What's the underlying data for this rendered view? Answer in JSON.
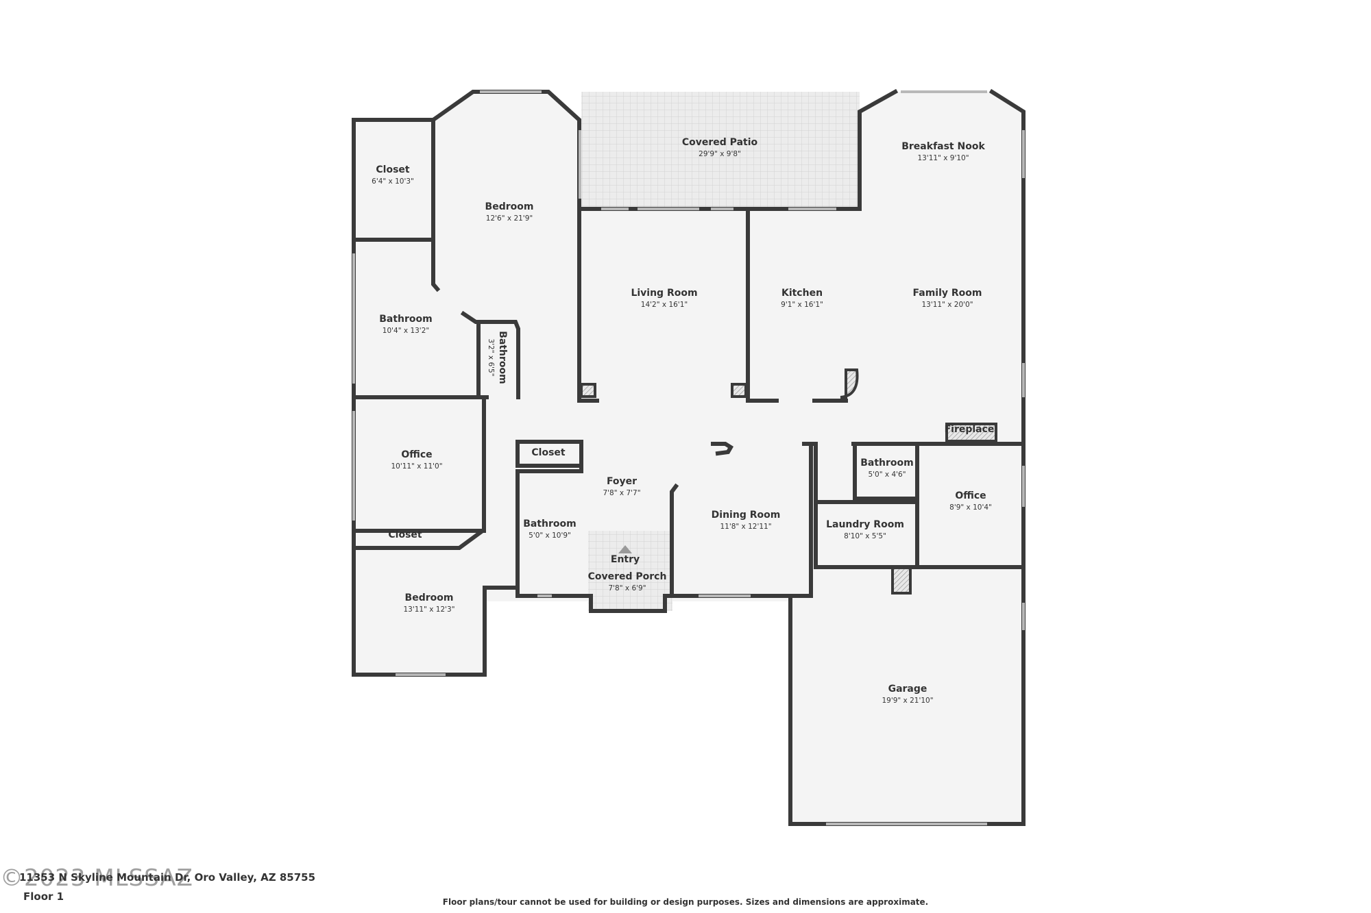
{
  "rooms": [
    {
      "id": "covered-patio",
      "name": "Covered Patio",
      "dim": "29'9\" x 9'8\""
    },
    {
      "id": "breakfast-nook",
      "name": "Breakfast Nook",
      "dim": "13'11\" x 9'10\""
    },
    {
      "id": "closet-nw",
      "name": "Closet",
      "dim": "6'4\" x 10'3\""
    },
    {
      "id": "bedroom-nw",
      "name": "Bedroom",
      "dim": "12'6\" x 21'9\""
    },
    {
      "id": "living-room",
      "name": "Living Room",
      "dim": "14'2\" x 16'1\""
    },
    {
      "id": "kitchen",
      "name": "Kitchen",
      "dim": "9'1\" x 16'1\""
    },
    {
      "id": "family-room",
      "name": "Family Room",
      "dim": "13'11\" x 20'0\""
    },
    {
      "id": "bathroom-w",
      "name": "Bathroom",
      "dim": "10'4\" x 13'2\""
    },
    {
      "id": "bathroom-small",
      "name": "Bathroom",
      "dim": "3'2\" x 6'5\""
    },
    {
      "id": "office-w",
      "name": "Office",
      "dim": "10'11\" x 11'0\""
    },
    {
      "id": "closet-c",
      "name": "Closet",
      "dim": ""
    },
    {
      "id": "foyer",
      "name": "Foyer",
      "dim": "7'8\" x 7'7\""
    },
    {
      "id": "bathroom-c",
      "name": "Bathroom",
      "dim": "5'0\" x 10'9\""
    },
    {
      "id": "entry",
      "name": "Entry",
      "dim": ""
    },
    {
      "id": "covered-porch",
      "name": "Covered Porch",
      "dim": "7'8\" x 6'9\""
    },
    {
      "id": "closet-sw",
      "name": "Closet",
      "dim": ""
    },
    {
      "id": "bedroom-sw",
      "name": "Bedroom",
      "dim": "13'11\" x 12'3\""
    },
    {
      "id": "dining-room",
      "name": "Dining Room",
      "dim": "11'8\" x 12'11\""
    },
    {
      "id": "bathroom-e",
      "name": "Bathroom",
      "dim": "5'0\" x 4'6\""
    },
    {
      "id": "laundry-room",
      "name": "Laundry Room",
      "dim": "8'10\" x 5'5\""
    },
    {
      "id": "office-e",
      "name": "Office",
      "dim": "8'9\" x 10'4\""
    },
    {
      "id": "fireplace",
      "name": "Fireplace",
      "dim": ""
    },
    {
      "id": "garage",
      "name": "Garage",
      "dim": "19'9\" x 21'10\""
    }
  ],
  "footer": {
    "address": "11353 N Skyline Mountain Dr, Oro Valley, AZ 85755",
    "floor": "Floor 1",
    "disclaimer": "Floor plans/tour cannot be used for building or design purposes. Sizes and dimensions are approximate.",
    "watermark": "©2023 MLSSAZ"
  },
  "colors": {
    "wall": "#3a3a3a",
    "floor": "#f4f4f4",
    "window": "#c8c8c8",
    "hatch": "#bbbbbb"
  }
}
